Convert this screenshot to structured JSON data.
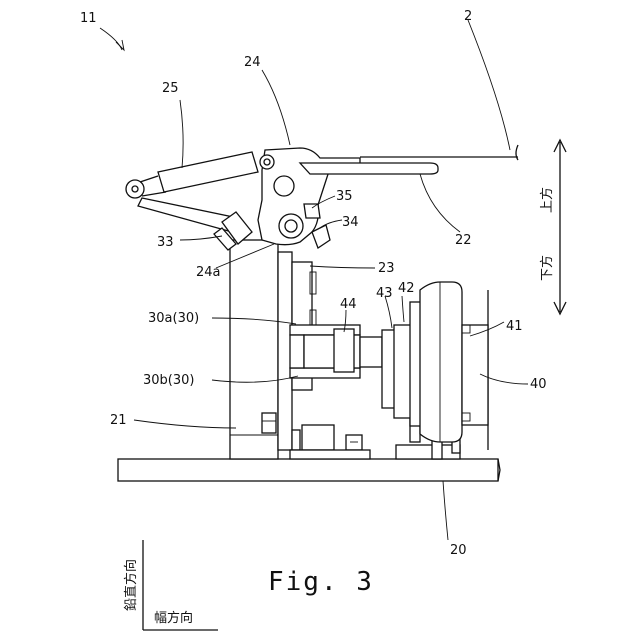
{
  "figure": {
    "caption": "Fig. 3",
    "ref_labels": {
      "r11": "11",
      "r2": "2",
      "r24": "24",
      "r25": "25",
      "r35": "35",
      "r34": "34",
      "r33": "33",
      "r22": "22",
      "r24a": "24a",
      "r23": "23",
      "r43": "43",
      "r42": "42",
      "r41": "41",
      "r30a": "30a(30)",
      "r44": "44",
      "r30b": "30b(30)",
      "r40": "40",
      "r21": "21",
      "r20": "20"
    },
    "directions": {
      "up": "上方",
      "down": "下方",
      "vertical": "鉛直方向",
      "width": "幅方向"
    }
  }
}
